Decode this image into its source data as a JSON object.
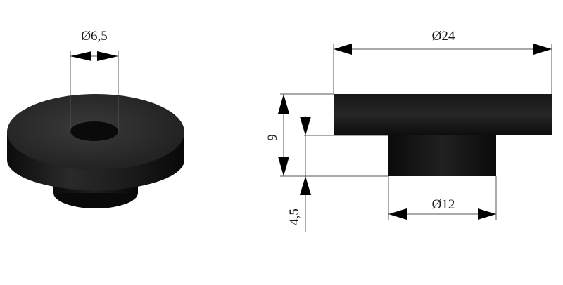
{
  "iso_view": {
    "hole_dim_label": "Ø6,5"
  },
  "side_view": {
    "flange_diameter_label": "Ø24",
    "hub_diameter_label": "Ø12",
    "total_height_label": "9",
    "hub_height_label": "4,5"
  },
  "colors": {
    "part_fill": "#1e1e1e",
    "part_dark": "#111111",
    "part_top": "#2a2a2a"
  }
}
